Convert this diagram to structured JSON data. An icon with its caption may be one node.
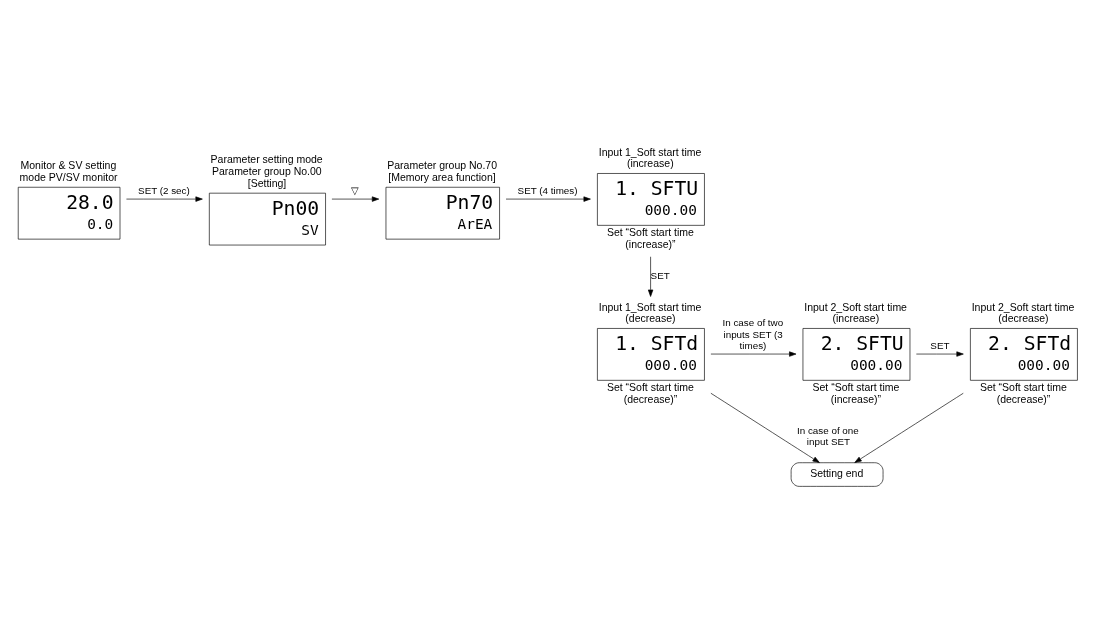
{
  "diagram": {
    "nodes": [
      {
        "text": [
          "Monitor & SV setting mode PV/SV monitor",
          "28.0",
          "0.0"
        ]
      },
      {
        "text": [
          "Parameter setting mode Parameter group No.00 [Setting]",
          "Pn00",
          "SV"
        ]
      },
      {
        "text": [
          "Parameter group No.70 [Memory area function]",
          "Pn70",
          "ArEA"
        ]
      },
      {
        "text": [
          "Input 1_Soft start time (increase)",
          "1. SFTU",
          "000.00"
        ],
        "beside": [
          "Set “Soft start time (increase)”"
        ]
      },
      {
        "text": [
          "Input 1_Soft start time (decrease)",
          "1. SFTd",
          "000.00"
        ],
        "beside": [
          "Set “Soft start time (decrease)”"
        ]
      },
      {
        "text": [
          "Input 2_Soft start time (increase)",
          "2. SFTU",
          "000.00"
        ],
        "beside": [
          "Set “Soft start time (increase)”"
        ]
      },
      {
        "text": [
          "Input 2_Soft start time (decrease)",
          "2. SFTd",
          "000.00"
        ],
        "beside": [
          "Set “Soft start time (decrease)”"
        ]
      },
      {
        "text": [
          "Setting end"
        ]
      }
    ],
    "edges": [
      {
        "from": 0,
        "to": 1,
        "arrow": "to",
        "label": "SET (2 sec)"
      },
      {
        "from": 1,
        "to": 2,
        "arrow": "to",
        "label": "▽"
      },
      {
        "from": 2,
        "to": 3,
        "arrow": "to",
        "label": "SET (4 times)"
      },
      {
        "from": 3,
        "to": 4,
        "arrow": "to",
        "label": "SET"
      },
      {
        "from": 4,
        "to": 5,
        "arrow": "to",
        "label": "In case of two inputs SET (3 times)"
      },
      {
        "from": 5,
        "to": 6,
        "arrow": "to",
        "label": "SET"
      },
      {
        "from": 6,
        "to": 7,
        "arrow": "to"
      },
      {
        "from": 4,
        "to": 7,
        "arrow": "to",
        "label": "In case of one input SET"
      }
    ]
  }
}
